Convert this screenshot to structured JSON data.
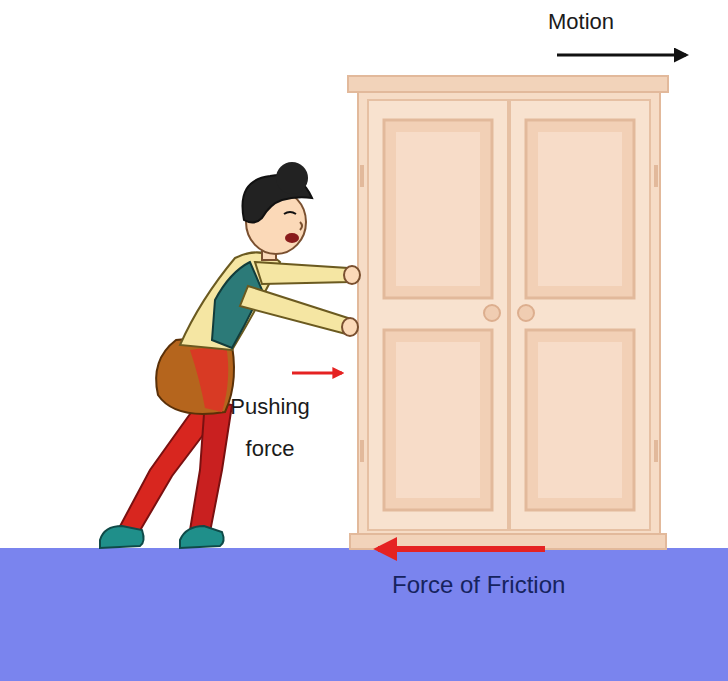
{
  "diagram": {
    "labels": [
      "Motion",
      "Pushing force",
      "Force of Friction"
    ]
  }
}
